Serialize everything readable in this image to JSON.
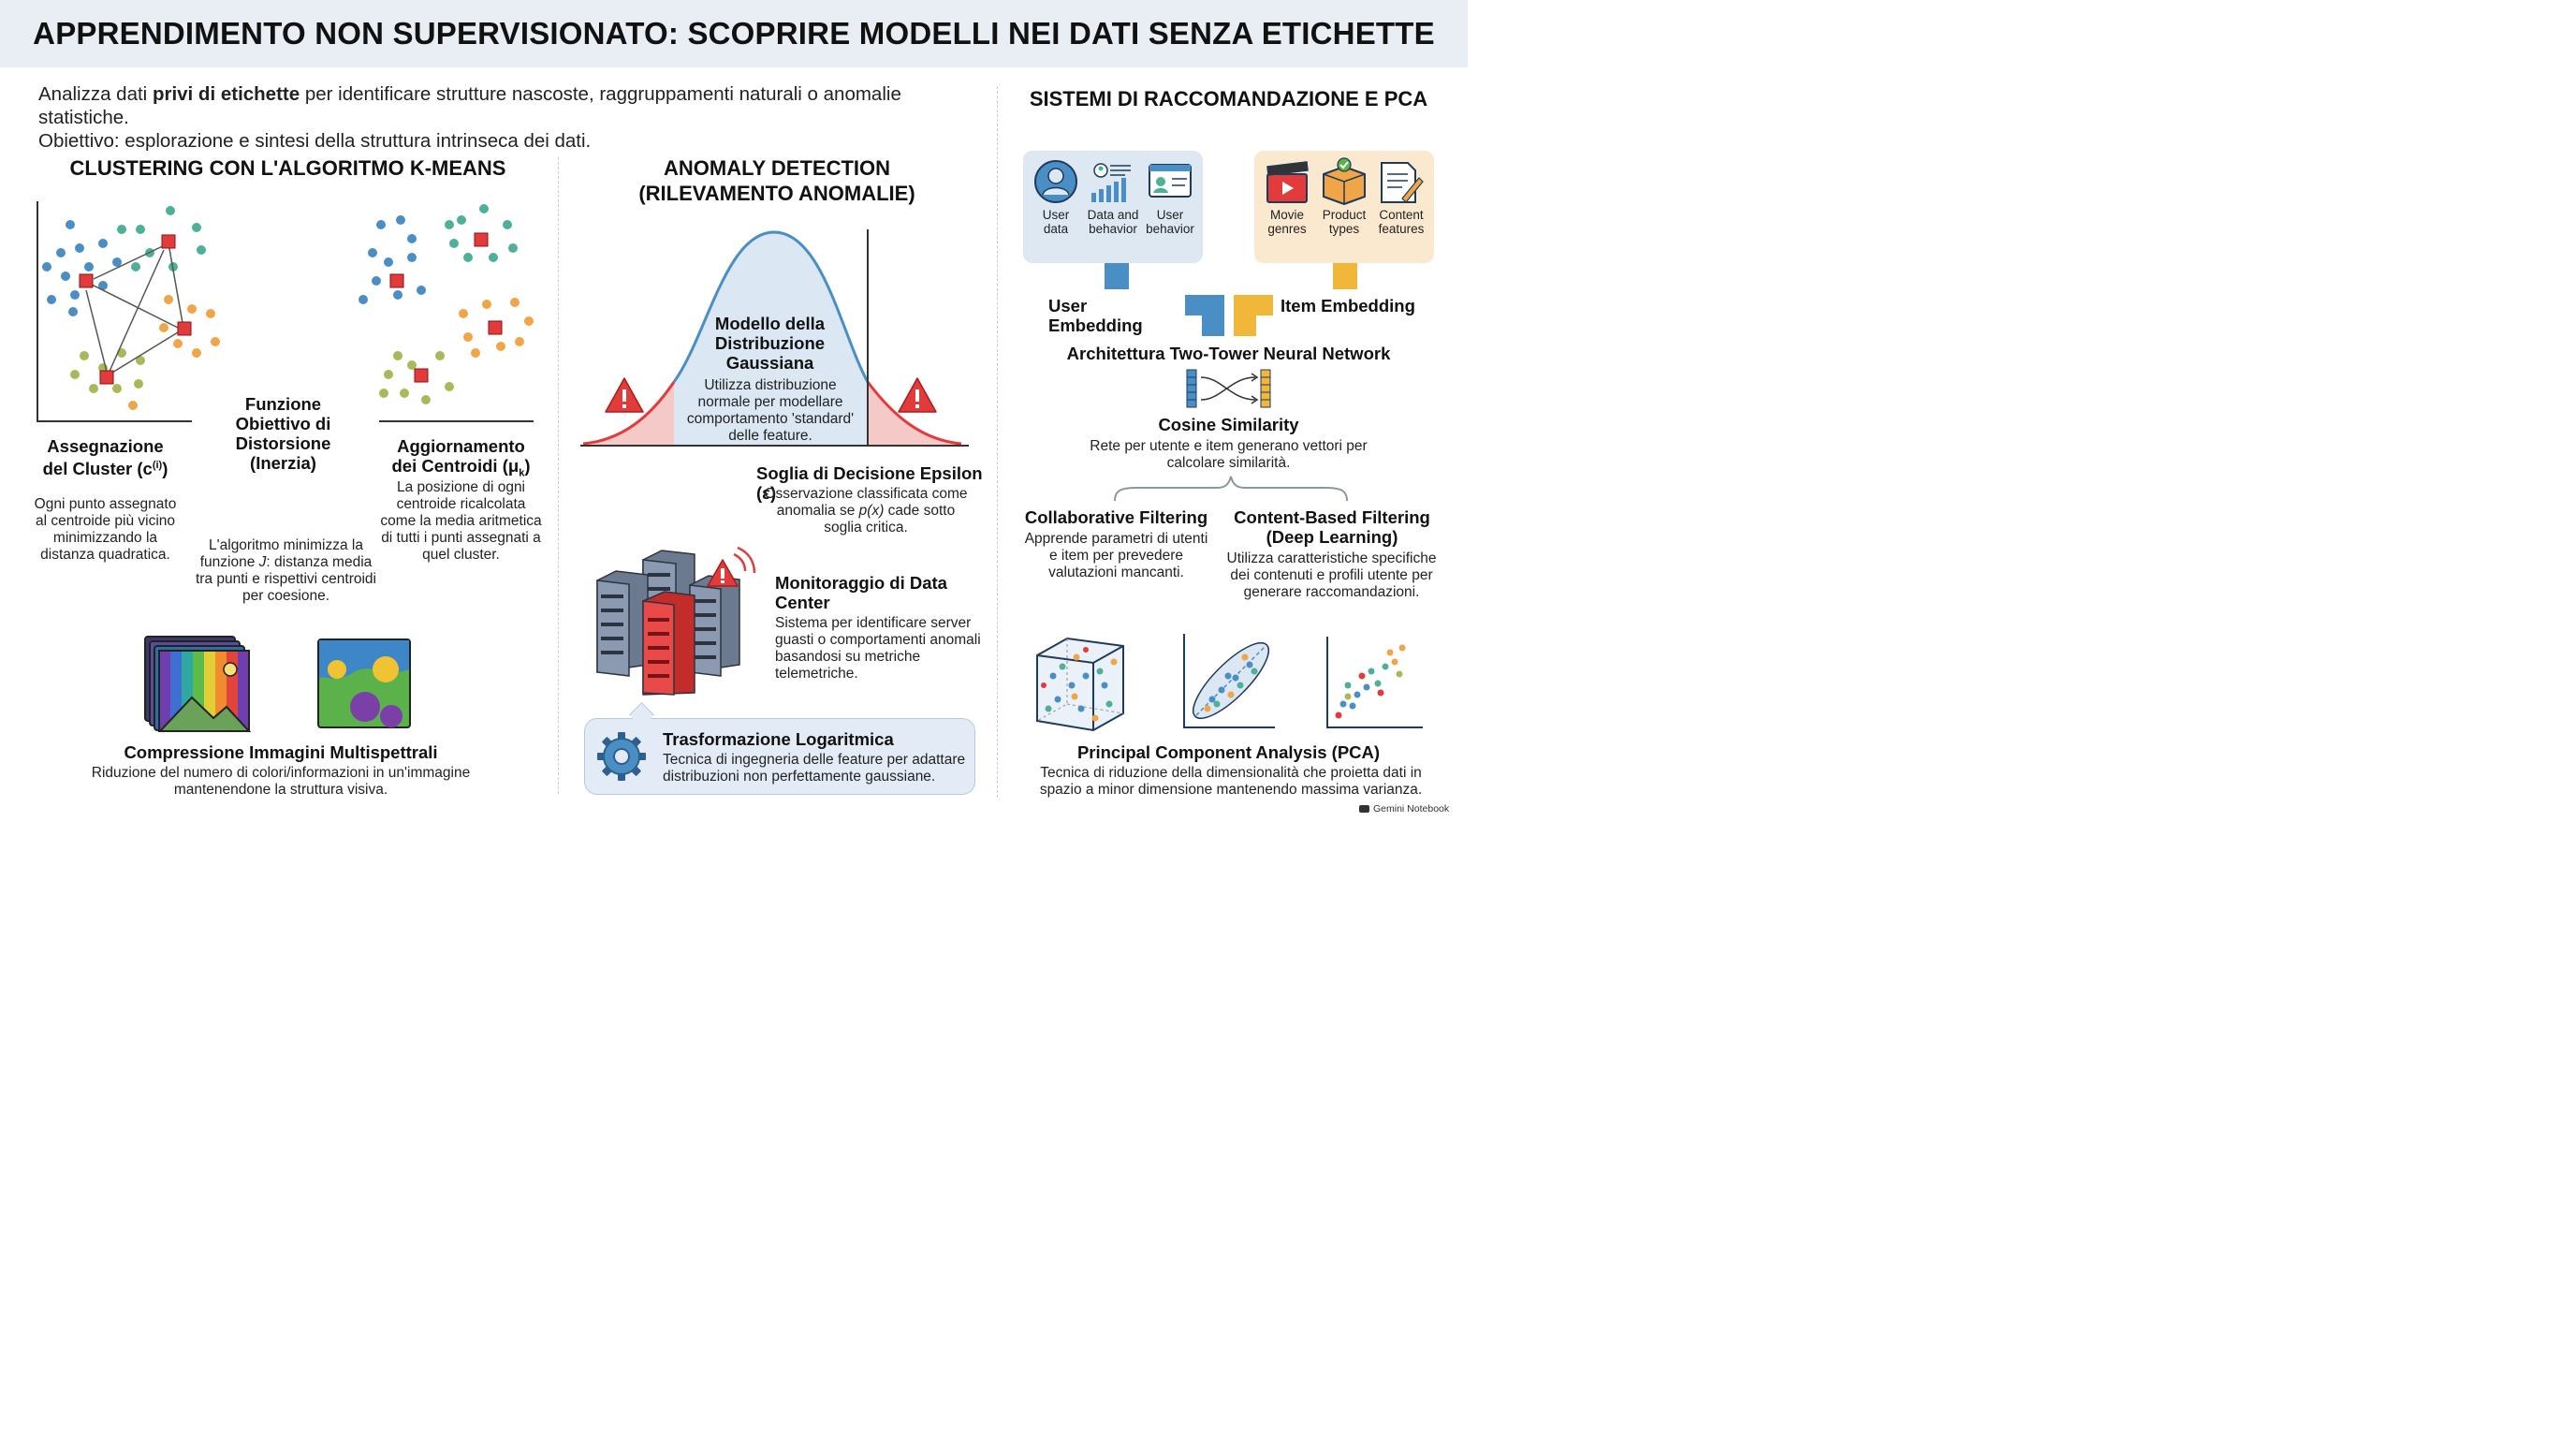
{
  "header": {
    "title": "APPRENDIMENTO NON SUPERVISIONATO: SCOPRIRE MODELLI NEI DATI SENZA ETICHETTE"
  },
  "intro": {
    "pre": "Analizza dati ",
    "bold": "privi di etichette",
    "post": " per identificare strutture nascoste, raggruppamenti naturali o anomalie statistiche.",
    "line2": "Obiettivo: esplorazione e sintesi della struttura intrinseca dei dati."
  },
  "kmeans": {
    "title": "CLUSTERING CON L'ALGORITMO K-MEANS",
    "assign_title_1": "Assegnazione",
    "assign_title_2": "del Cluster (c",
    "assign_title_sup": "(i)",
    "assign_title_end": ")",
    "assign_desc": "Ogni punto assegnato al centroide più vicino minimizzando la distanza quadratica.",
    "obj_title": "Funzione Obiettivo di Distorsione (Inerzia)",
    "obj_desc_1": "L'algoritmo minimizza la funzione ",
    "obj_desc_J": "J",
    "obj_desc_2": ": distanza media tra punti e rispettivi centroidi per coesione.",
    "update_title_1": "Aggiornamento",
    "update_title_2": "dei Centroidi (μ",
    "update_title_sub": "k",
    "update_title_end": ")",
    "update_desc": "La posizione di ogni centroide ricalcolata come la media aritmetica di tutti i punti assegnati a quel cluster.",
    "compress_title": "Compressione Immagini Multispettrali",
    "compress_desc": "Riduzione del numero di colori/informazioni in un'immagine mantenendone la struttura visiva."
  },
  "anomaly": {
    "title_1": "ANOMALY DETECTION",
    "title_2": "(RILEVAMENTO ANOMALIE)",
    "gauss_title": "Modello della Distribuzione Gaussiana",
    "gauss_desc": "Utilizza distribuzione normale per modellare comportamento 'standard' delle feature.",
    "threshold_title": "Soglia di Decisione Epsilon (ε)",
    "threshold_desc_1": "Osservazione classificata come anomalia se ",
    "threshold_desc_px": "p(x)",
    "threshold_desc_2": " cade sotto soglia critica.",
    "dc_title": "Monitoraggio di Data Center",
    "dc_desc": "Sistema per identificare server guasti o comportamenti anomali basandosi su metriche telemetriche.",
    "log_title": "Trasformazione Logaritmica",
    "log_desc": "Tecnica di ingegneria delle feature per adattare distribuzioni non perfettamente gaussiane."
  },
  "recsys": {
    "title": "SISTEMI DI RACCOMANDAZIONE E PCA",
    "user_items": [
      {
        "icon": "user-icon",
        "label": "User data"
      },
      {
        "icon": "chart-icon",
        "label": "Data and behavior"
      },
      {
        "icon": "profile-card-icon",
        "label": "User behavior"
      }
    ],
    "item_items": [
      {
        "icon": "clapperboard-icon",
        "label": "Movie genres"
      },
      {
        "icon": "box-icon",
        "label": "Product types"
      },
      {
        "icon": "document-icon",
        "label": "Content features"
      }
    ],
    "user_emb": "User Embedding",
    "item_emb": "Item Embedding",
    "arch": "Architettura Two-Tower Neural Network",
    "cosine": "Cosine Similarity",
    "cosine_desc": "Rete per utente e item generano vettori per calcolare similarità.",
    "cf_title": "Collaborative Filtering",
    "cf_desc": "Apprende parametri di utenti e item per prevedere valutazioni mancanti.",
    "cb_title": "Content-Based Filtering (Deep Learning)",
    "cb_desc": "Utilizza caratteristiche specifiche dei contenuti e profili utente per generare raccomandazioni.",
    "pca_title": "Principal Component Analysis (PCA)",
    "pca_desc": "Tecnica di riduzione della dimensionalità che proietta dati in spazio a minor dimensione mantenendo massima varianza."
  },
  "footer": {
    "brand": "Gemini Notebook"
  },
  "colors": {
    "blue": "#4a8ec6",
    "teal": "#4fb09a",
    "orange": "#f0a546",
    "olive": "#a9b95a",
    "red": "#e23b3b",
    "userBox": "#dde8f3",
    "itemBox": "#fbe9cf"
  }
}
